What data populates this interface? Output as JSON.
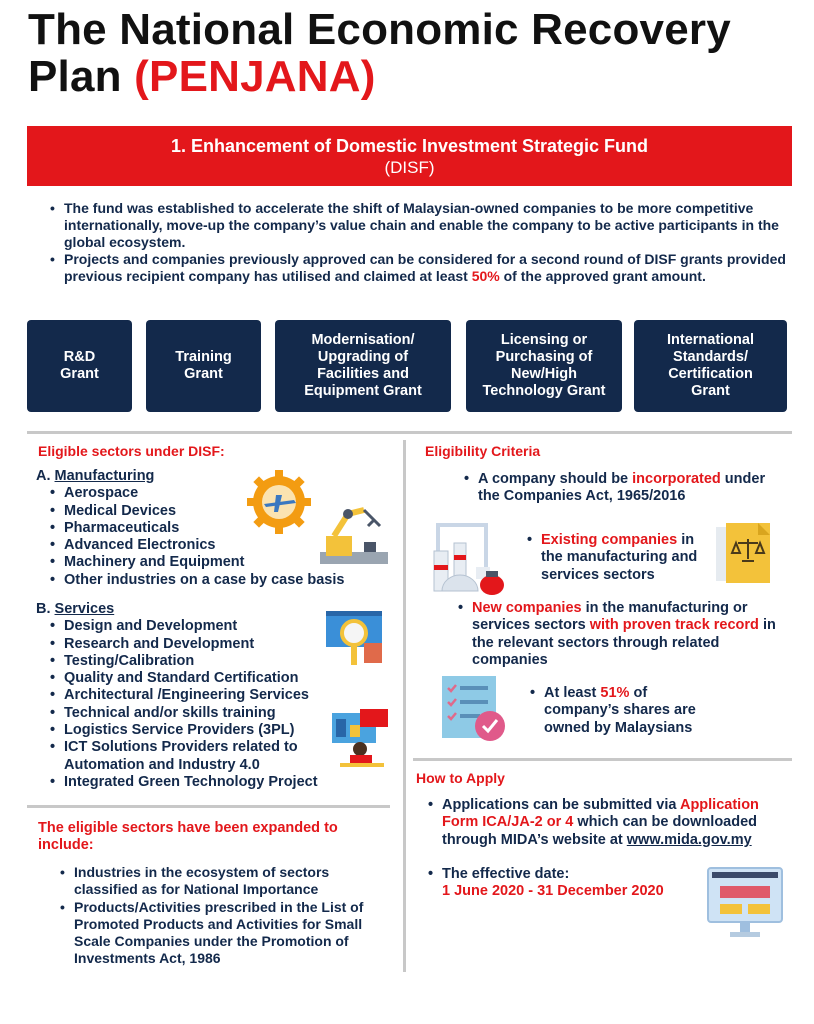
{
  "title": {
    "part1": "The National Economic Recovery Plan",
    "part2": "(PENJANA)"
  },
  "banner": {
    "line1": "1. Enhancement of Domestic Investment Strategic Fund",
    "line2": "(DISF)"
  },
  "intro": {
    "bullet1": "The fund was established to accelerate the shift of Malaysian-owned companies to be more competitive internationally, move-up the company’s value chain and enable the company to be active participants in the global ecosystem.",
    "bullet2_a": "Projects and companies previously approved can be considered for a second round of DISF grants provided previous recipient company has utilised and claimed at least ",
    "bullet2_hl": "50%",
    "bullet2_b": " of the approved grant amount."
  },
  "grants": [
    "R&D Grant",
    "Training Grant",
    "Modernisation/ Upgrading of Facilities and Equipment Grant",
    "Licensing or Purchasing of New/High Technology Grant",
    "International Standards/ Certification Grant"
  ],
  "sectors": {
    "heading": "Eligible sectors under DISF:",
    "manufacturing": {
      "prefix": "A. ",
      "label": "Manufacturing",
      "items": [
        "Aerospace",
        "Medical Devices",
        "Pharmaceuticals",
        "Advanced Electronics",
        "Machinery and Equipment",
        "Other industries on a case by case basis"
      ]
    },
    "services": {
      "prefix": "B. ",
      "label": "Services",
      "items": [
        "Design and Development",
        "Research and Development",
        "Testing/Calibration",
        "Quality and Standard Certification",
        "Architectural /Engineering Services",
        "Technical and/or skills training",
        "Logistics Service Providers (3PL)",
        "ICT Solutions Providers related to Automation and Industry 4.0",
        "Integrated Green Technology Project"
      ]
    }
  },
  "expanded": {
    "heading": "The eligible sectors have been expanded to include:",
    "items": [
      "Industries in the ecosystem of sectors classified as for National Importance",
      "Products/Activities prescribed in the List of Promoted Products and Activities for Small Scale Companies under the Promotion of Investments Act, 1986"
    ]
  },
  "criteria": {
    "heading": "Eligibility Criteria",
    "c1_a": "A company should be ",
    "c1_hl": "incorporated",
    "c1_b": " under the Companies Act, 1965/2016",
    "c2_hl": "Existing companies",
    "c2_b": " in the manufacturing and services sectors",
    "c3_hl1": "New companies",
    "c3_b": " in the manufacturing or services sectors ",
    "c3_hl2": "with proven track record",
    "c3_c": " in the relevant sectors through related companies",
    "c4_a": "At least ",
    "c4_hl": "51%",
    "c4_b": " of company’s shares are owned by Malaysians"
  },
  "apply": {
    "heading": "How to Apply",
    "a1_a": "Applications can be submitted via ",
    "a1_hl": "Application Form ICA/JA-2 or 4",
    "a1_b": " which can be downloaded through MIDA’s website at ",
    "a1_link": "www.mida.gov.my",
    "a2_a": "The effective date:",
    "a2_hl": "1 June 2020 - 31 December 2020"
  },
  "colors": {
    "red": "#e3171b",
    "navy": "#13294b",
    "divider": "#c8c8c8"
  },
  "icons": [
    "gear-plane-icon",
    "robot-arm-icon",
    "magnifier-screen-icon",
    "design-team-icon",
    "factory-icon",
    "legal-document-icon",
    "checklist-icon",
    "computer-monitor-icon"
  ]
}
